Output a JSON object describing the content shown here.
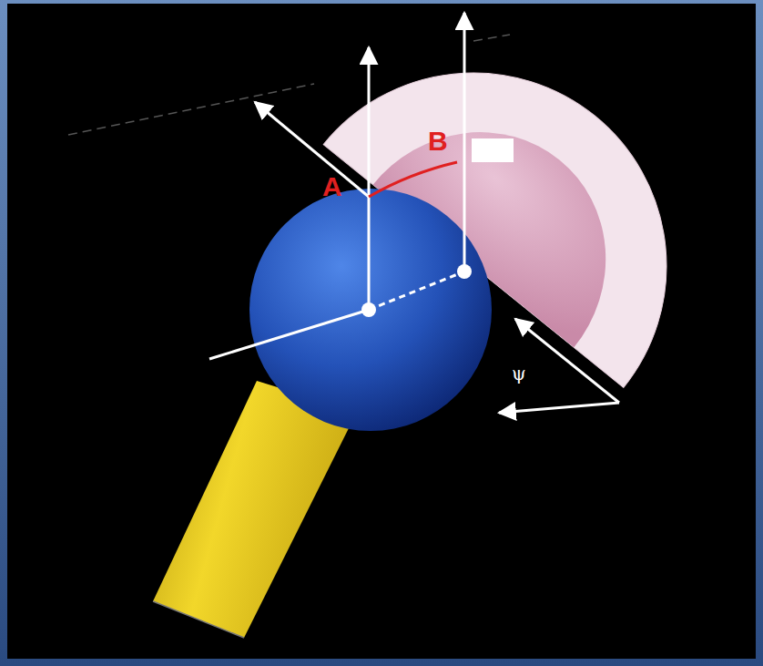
{
  "diagram": {
    "labels": [
      "A",
      "B",
      "ψ"
    ]
  }
}
